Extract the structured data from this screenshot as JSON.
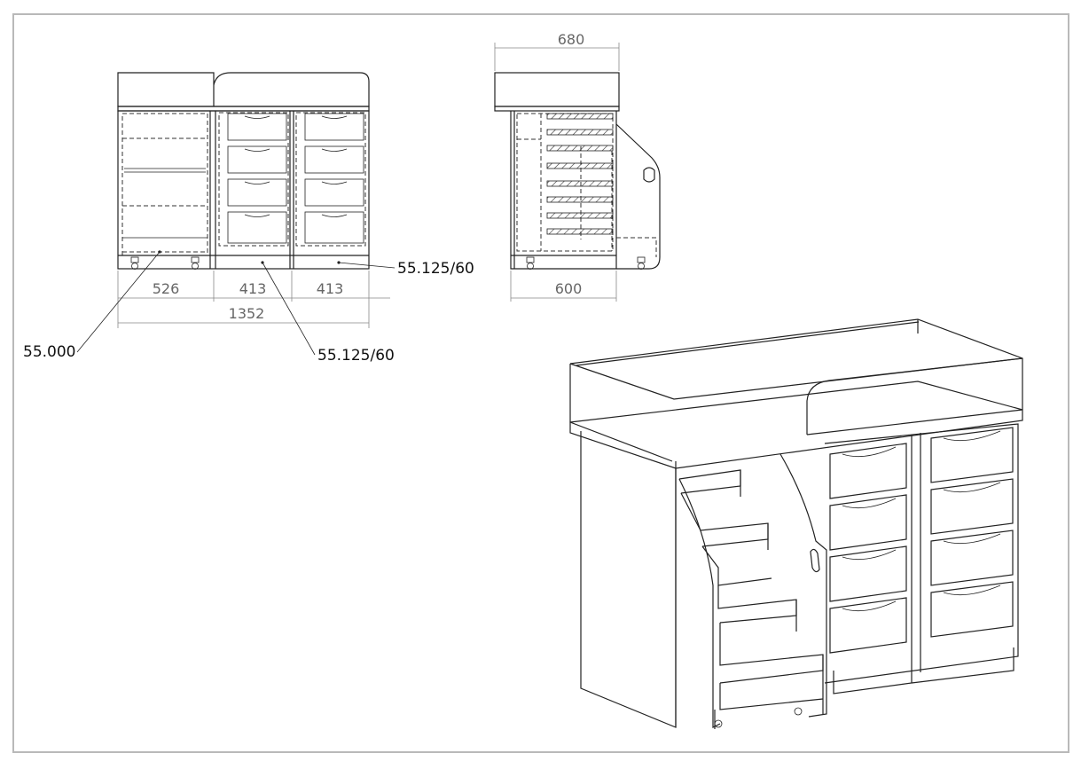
{
  "front_view": {
    "dim_526": "526",
    "dim_413_a": "413",
    "dim_413_b": "413",
    "dim_1352": "1352",
    "callout_left": "55.000",
    "callout_middle": "55.125/60",
    "callout_right": "55.125/60"
  },
  "side_view": {
    "dim_top": "680",
    "dim_bottom": "600"
  }
}
